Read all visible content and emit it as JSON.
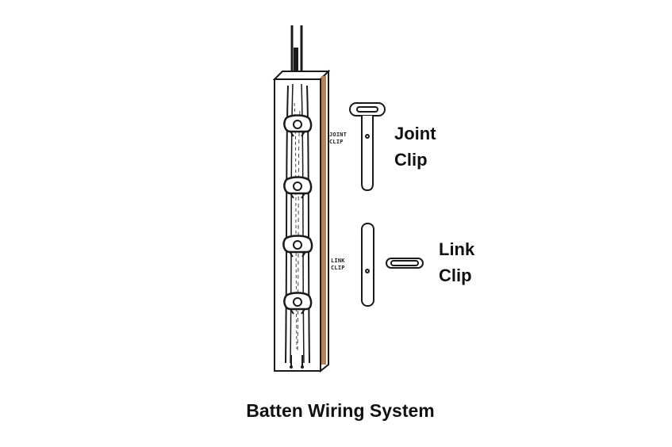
{
  "diagram": {
    "title": "Batten Wiring System",
    "parts": [
      {
        "id": "joint",
        "callout_line1": "Joint",
        "callout_line2": "Clip",
        "small_line1": "JOINT",
        "small_line2": "CLIP"
      },
      {
        "id": "link",
        "callout_line1": "Link",
        "callout_line2": "Clip",
        "small_line1": "LINK",
        "small_line2": "CLIP"
      }
    ],
    "clip_count_on_batten": 4,
    "colors": {
      "ink": "#1a1a1a",
      "wood_stripe": "#b5835a",
      "background": "#ffffff"
    }
  }
}
